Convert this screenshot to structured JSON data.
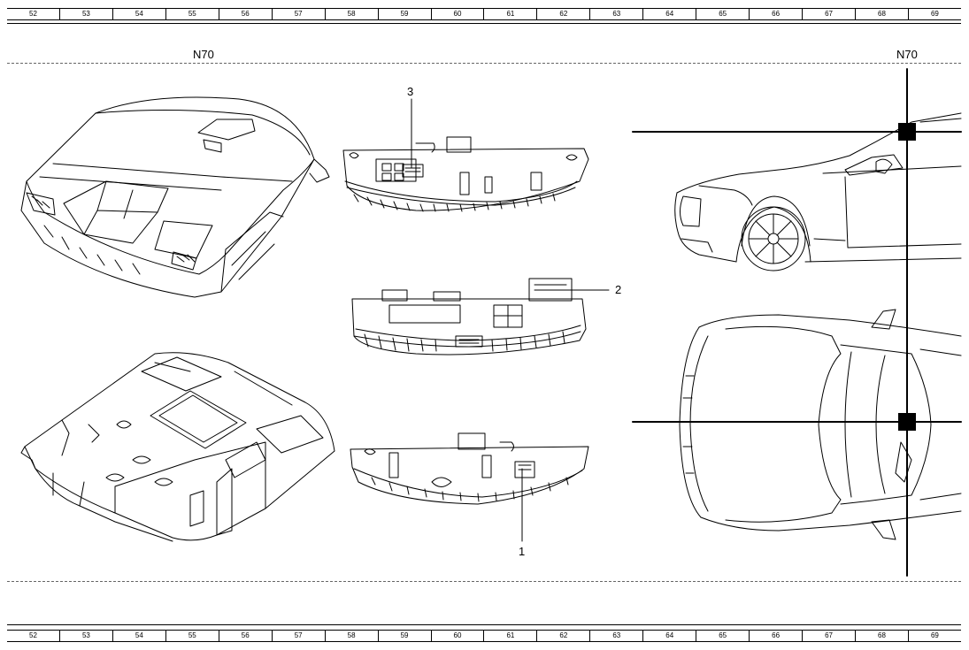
{
  "ruler": [
    "52",
    "53",
    "54",
    "55",
    "56",
    "57",
    "58",
    "59",
    "60",
    "61",
    "62",
    "63",
    "64",
    "65",
    "66",
    "67",
    "68",
    "69"
  ],
  "component_labels": {
    "left": "N70",
    "right": "N70"
  },
  "callouts": {
    "c1": "1",
    "c2": "2",
    "c3": "3"
  }
}
